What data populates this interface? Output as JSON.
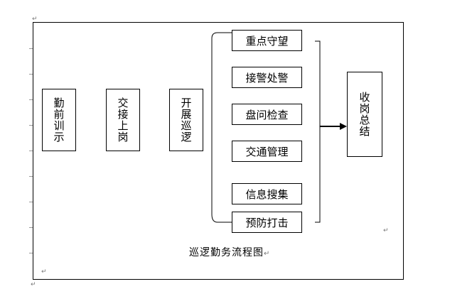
{
  "diagram": {
    "stages": [
      {
        "label": "勤前训示"
      },
      {
        "label": "交接上岗"
      },
      {
        "label": "开展巡逻"
      }
    ],
    "tasks": [
      {
        "label": "重点守望"
      },
      {
        "label": "接警处警"
      },
      {
        "label": "盘问检查"
      },
      {
        "label": "交通管理"
      },
      {
        "label": "信息搜集"
      },
      {
        "label": "预防打击"
      }
    ],
    "final": {
      "label": "收岗总结"
    },
    "caption": "巡逻勤务流程图",
    "paragraph_mark": "↵"
  }
}
